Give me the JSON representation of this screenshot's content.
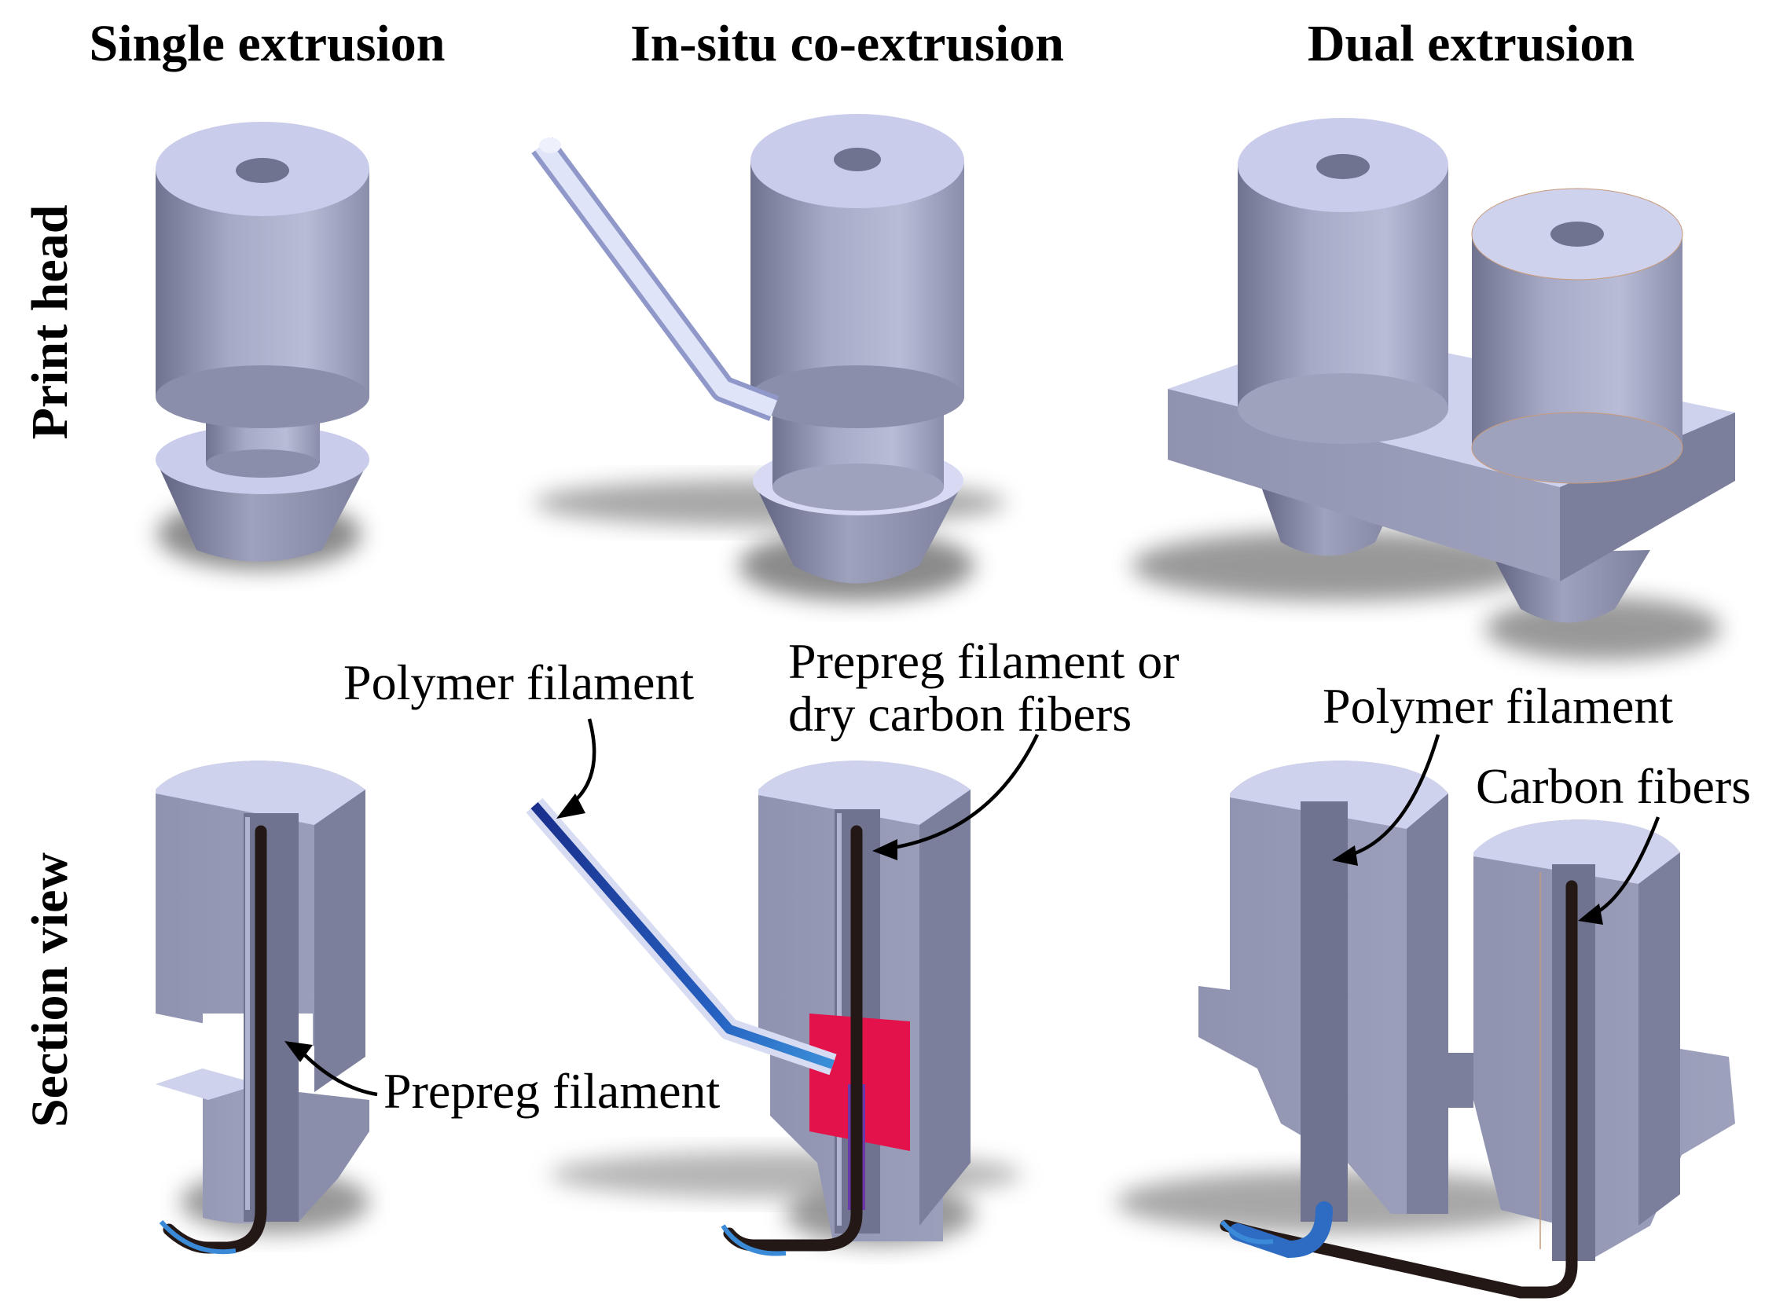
{
  "columns": {
    "single": "Single extrusion",
    "insitu": "In-situ co-extrusion",
    "dual": "Dual extrusion"
  },
  "rows": {
    "print_head": "Print head",
    "section_view": "Section view"
  },
  "callouts": {
    "prepreg_filament": "Prepreg filament",
    "polymer_filament_left": "Polymer filament",
    "prepreg_or_dry_line1": "Prepreg filament or",
    "prepreg_or_dry_line2": "dry carbon fibers",
    "polymer_filament_right": "Polymer filament",
    "carbon_fibers": "Carbon fibers"
  },
  "colors": {
    "metal": "#9ea2bd",
    "metal_dark": "#6f7390",
    "metal_top": "#c9ccea",
    "polymer": "#e0105a",
    "polymer_to": "#2e6cc4",
    "carbon": "#231815",
    "tube_blue": "#1f3f9a",
    "shadow": "#6d6d6d"
  }
}
